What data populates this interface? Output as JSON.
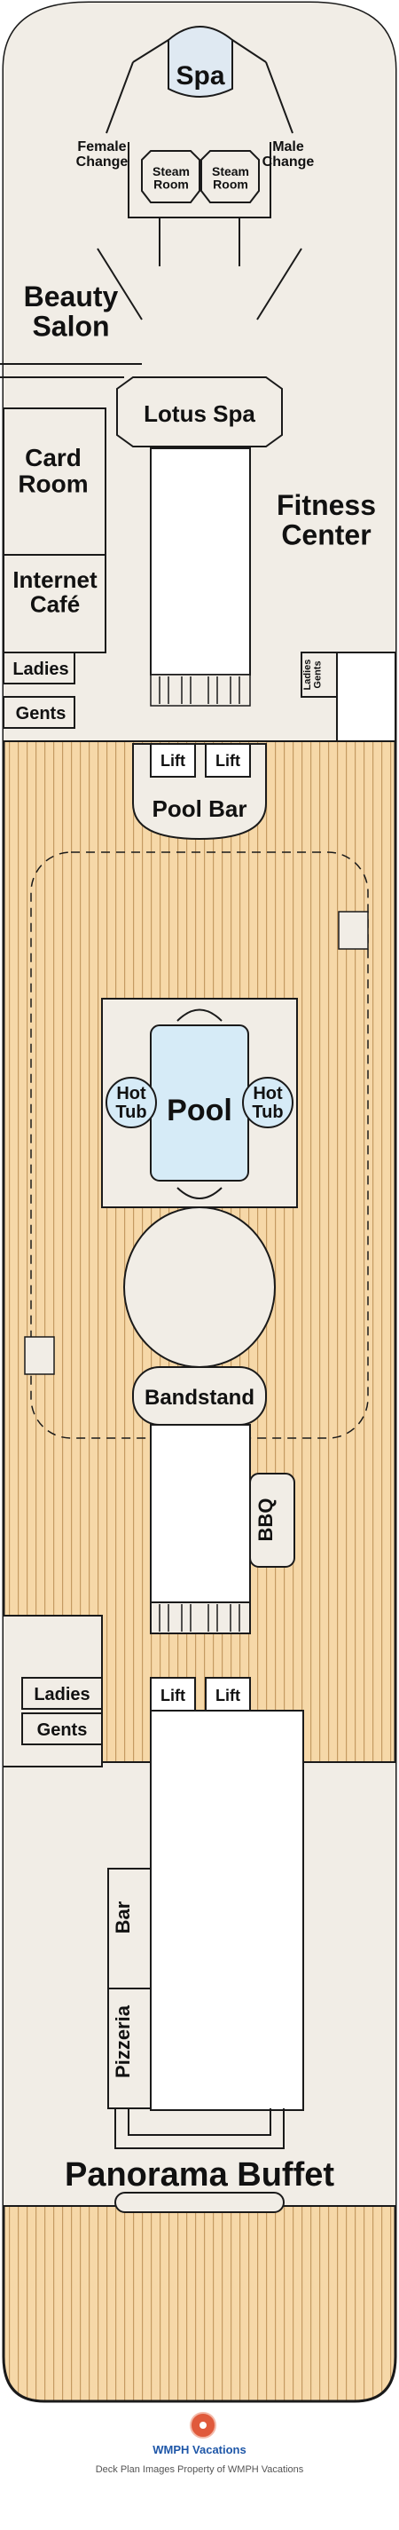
{
  "deck": {
    "colors": {
      "wood": "#f6d8a8",
      "wood_stripe": "#c49a62",
      "room": "#f1ede6",
      "pool_water": "#d6ebf7",
      "outline": "#1a1a1a"
    },
    "rooms": {
      "spa": "Spa",
      "female_change": "Female\nChange",
      "male_change": "Male\nChange",
      "steam_room_left": "Steam\nRoom",
      "steam_room_right": "Steam\nRoom",
      "beauty_salon": "Beauty\nSalon",
      "lotus_spa": "Lotus Spa",
      "card_room": "Card\nRoom",
      "fitness_center": "Fitness\nCenter",
      "internet_cafe": "Internet\nCafé",
      "ladies_fwd": "Ladies",
      "gents_fwd": "Gents",
      "ladies_gents_small": "Ladies\nGents",
      "lift_fwd_left": "Lift",
      "lift_fwd_right": "Lift",
      "pool_bar": "Pool Bar",
      "hot_tub_left": "Hot\nTub",
      "hot_tub_right": "Hot\nTub",
      "pool": "Pool",
      "bandstand": "Bandstand",
      "bbq": "BBQ",
      "ladies_aft": "Ladies",
      "gents_aft": "Gents",
      "lift_aft_left": "Lift",
      "lift_aft_right": "Lift",
      "bar": "Bar",
      "pizzeria": "Pizzeria",
      "panorama_buffet": "Panorama Buffet"
    }
  },
  "footer": {
    "brand": "WMPH Vacations",
    "credit": "Deck Plan Images Property of WMPH Vacations"
  }
}
